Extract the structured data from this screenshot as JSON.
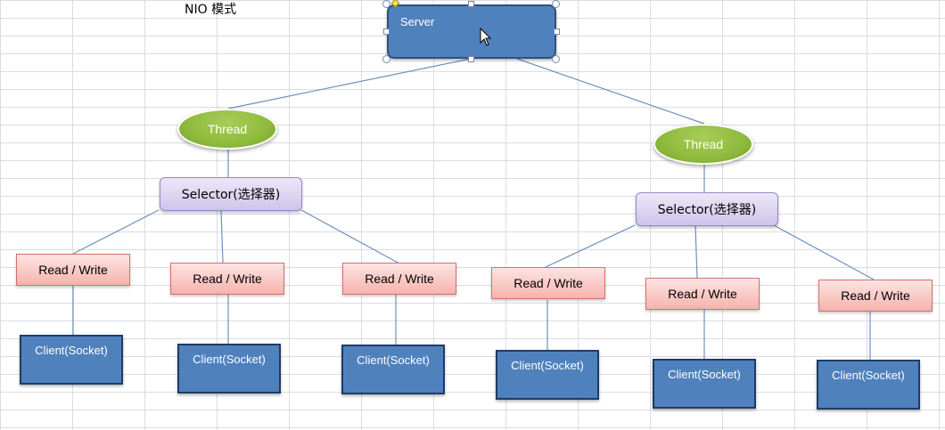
{
  "title": "NIO 模式",
  "server": {
    "label": "Server"
  },
  "groups": [
    {
      "thread": "Thread",
      "selector": "Selector(选择器)",
      "channels": [
        {
          "rw": "Read / Write",
          "client": "Client(Socket)"
        },
        {
          "rw": "Read / Write",
          "client": "Client(Socket)"
        },
        {
          "rw": "Read / Write",
          "client": "Client(Socket)"
        }
      ]
    },
    {
      "thread": "Thread",
      "selector": "Selector(选择器)",
      "channels": [
        {
          "rw": "Read / Write",
          "client": "Client(Socket)"
        },
        {
          "rw": "Read / Write",
          "client": "Client(Socket)"
        },
        {
          "rw": "Read / Write",
          "client": "Client(Socket)"
        }
      ]
    }
  ],
  "colors": {
    "server": "#4f81bd",
    "thread": "#8dbb3d",
    "selector": "#cfc4ea",
    "read_write": "#f6b3ad",
    "client": "#4f81bd",
    "connector": "#6f8fc0"
  },
  "icons": {
    "cursor": "mouse-pointer-icon"
  }
}
